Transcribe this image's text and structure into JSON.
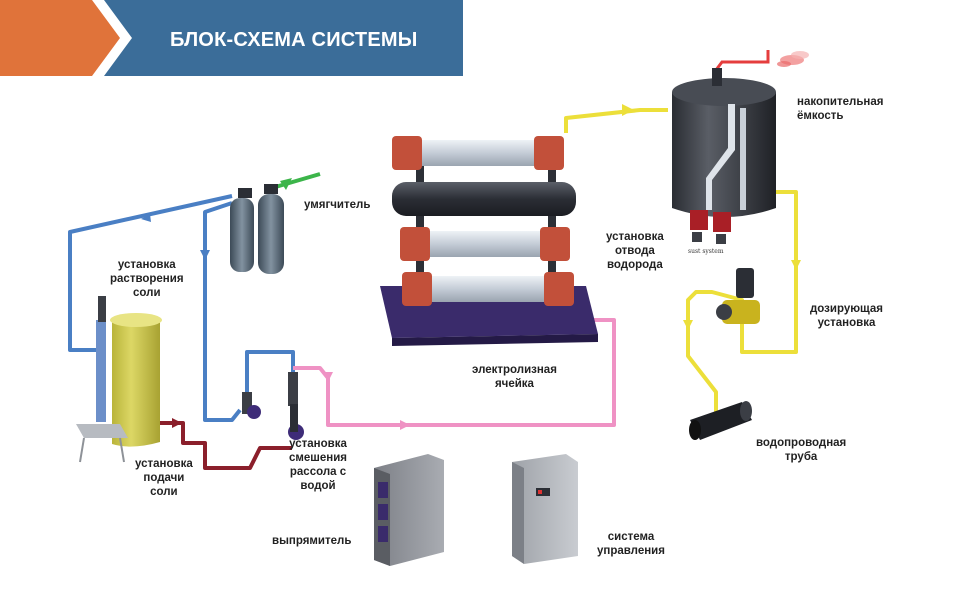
{
  "header": {
    "title": "БЛОК-СХЕМА СИСТЕМЫ"
  },
  "labels": {
    "storage_tank": [
      "накопительная",
      "ёмкость"
    ],
    "softener": "умягчитель",
    "salt_dissolving": [
      "установка",
      "растворения",
      "соли"
    ],
    "hydrogen_removal": [
      "установка",
      "отвода",
      "водорода"
    ],
    "dosing": [
      "дозирующая",
      "установка"
    ],
    "electrolysis_cell": [
      "электролизная",
      "ячейка"
    ],
    "water_pipe": [
      "водопроводная",
      "труба"
    ],
    "brine_mixing": [
      "установка",
      "смешения",
      "рассола с",
      "водой"
    ],
    "salt_feed": [
      "установка",
      "подачи",
      "соли"
    ],
    "rectifier": "выпрямитель",
    "control_system": [
      "система",
      "управления"
    ]
  },
  "brand_text": "sust system",
  "colors": {
    "header_blue": "#3b6d99",
    "header_orange": "#e0733a",
    "pipe_blue": "#4a7fc4",
    "pipe_green": "#3cb54a",
    "pipe_yellow": "#ecdf3a",
    "pipe_pink": "#ef92c4",
    "pipe_darkred": "#8b1f2b",
    "pipe_red": "#e53d3d"
  }
}
